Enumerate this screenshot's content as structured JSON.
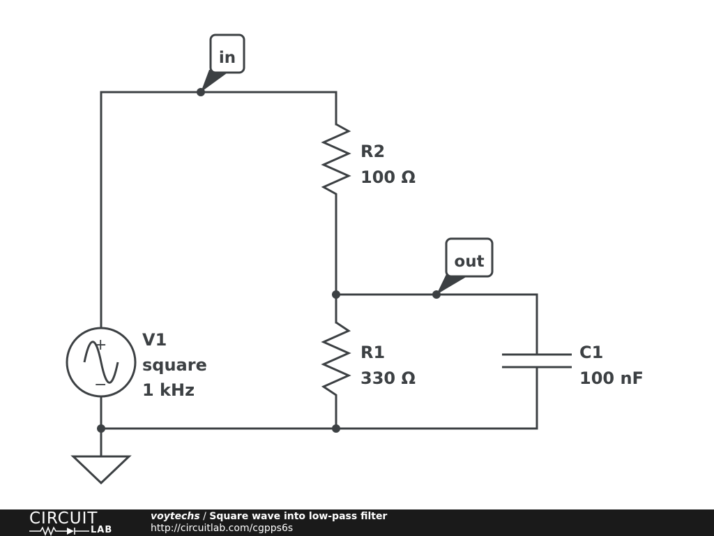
{
  "labels": {
    "in": "in",
    "out": "out"
  },
  "components": {
    "r2": {
      "name": "R2",
      "value": "100 Ω"
    },
    "r1": {
      "name": "R1",
      "value": "330 Ω"
    },
    "c1": {
      "name": "C1",
      "value": "100 nF"
    },
    "v1": {
      "name": "V1",
      "type": "square",
      "frequency": "1 kHz"
    }
  },
  "source_symbols": {
    "plus": "+",
    "minus": "−"
  },
  "footer": {
    "logo_top": "CIRCUIT",
    "logo_bottom": "LAB",
    "author": "voytechs",
    "separator": " / ",
    "title": "Square wave into low-pass filter",
    "url": "http://circuitlab.com/cgpps6s"
  },
  "colors": {
    "ink": "#3c4043",
    "footer_bg": "#1a1a1a",
    "footer_text": "#ffffff"
  }
}
